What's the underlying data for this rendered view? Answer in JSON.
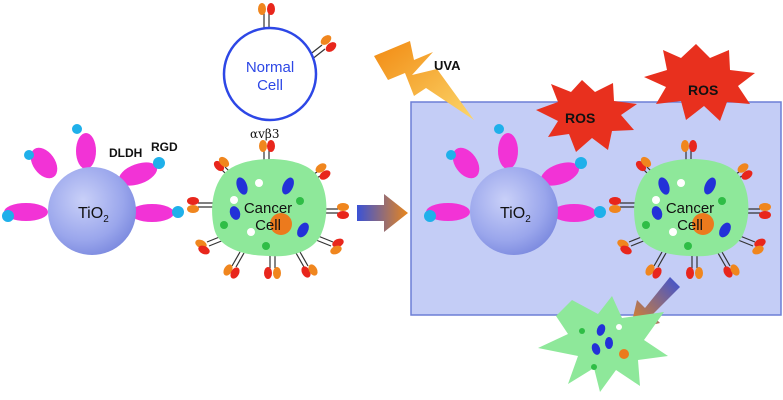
{
  "labels": {
    "normal_cell": [
      "Normal",
      "Cell"
    ],
    "uva": "UVA",
    "ros": "ROS",
    "receptor": "αvβ3",
    "peptide_dldh": "DLDH",
    "peptide_rgd": "RGD",
    "tio2_main": "TiO",
    "tio2_sub": "2",
    "cancer_cell": [
      "Cancer",
      "Cell"
    ]
  },
  "colors": {
    "tio2": "#9aa6ec",
    "peptide": "#f233d6",
    "rgd_dot": "#1fb0ea",
    "cancer_cell": "#8ee89a",
    "nucleus": "#ec7a1d",
    "receptor_red": "#e8261c",
    "receptor_orange": "#f0861e",
    "normal_cell_outline": "#2d47e6",
    "uva_bolt": "#f4a21e",
    "ros_star": "#e8301e",
    "panel": "#c4cdf6",
    "panel_border": "#6d7ed6"
  },
  "icons": [
    "lightning-bolt-icon",
    "burst-star-icon",
    "gradient-arrow-icon"
  ]
}
